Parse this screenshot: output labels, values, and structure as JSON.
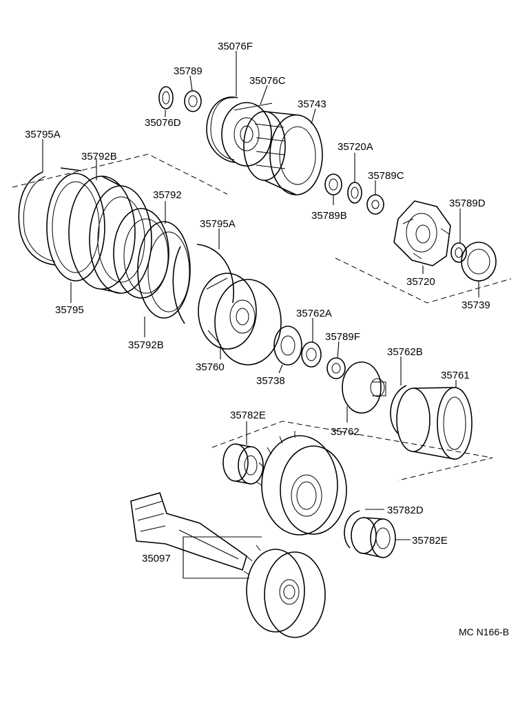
{
  "labels": {
    "p35076F": "35076F",
    "p35789": "35789",
    "p35076C": "35076C",
    "p35743": "35743",
    "p35076D": "35076D",
    "p35795A_left": "35795A",
    "p35792B_top": "35792B",
    "p35720A": "35720A",
    "p35789C": "35789C",
    "p35792": "35792",
    "p35789D": "35789D",
    "p35789B": "35789B",
    "p35795A_mid": "35795A",
    "p35720": "35720",
    "p35795": "35795",
    "p35739": "35739",
    "p35762A": "35762A",
    "p35789F": "35789F",
    "p35762B": "35762B",
    "p35761": "35761",
    "p35792B_bottom": "35792B",
    "p35760": "35760",
    "p35738": "35738",
    "p35762": "35762",
    "p35782E_top": "35782E",
    "p35782D": "35782D",
    "p35782E_bottom": "35782E",
    "p35097": "35097"
  },
  "diagram_ref": "MC N166-B"
}
